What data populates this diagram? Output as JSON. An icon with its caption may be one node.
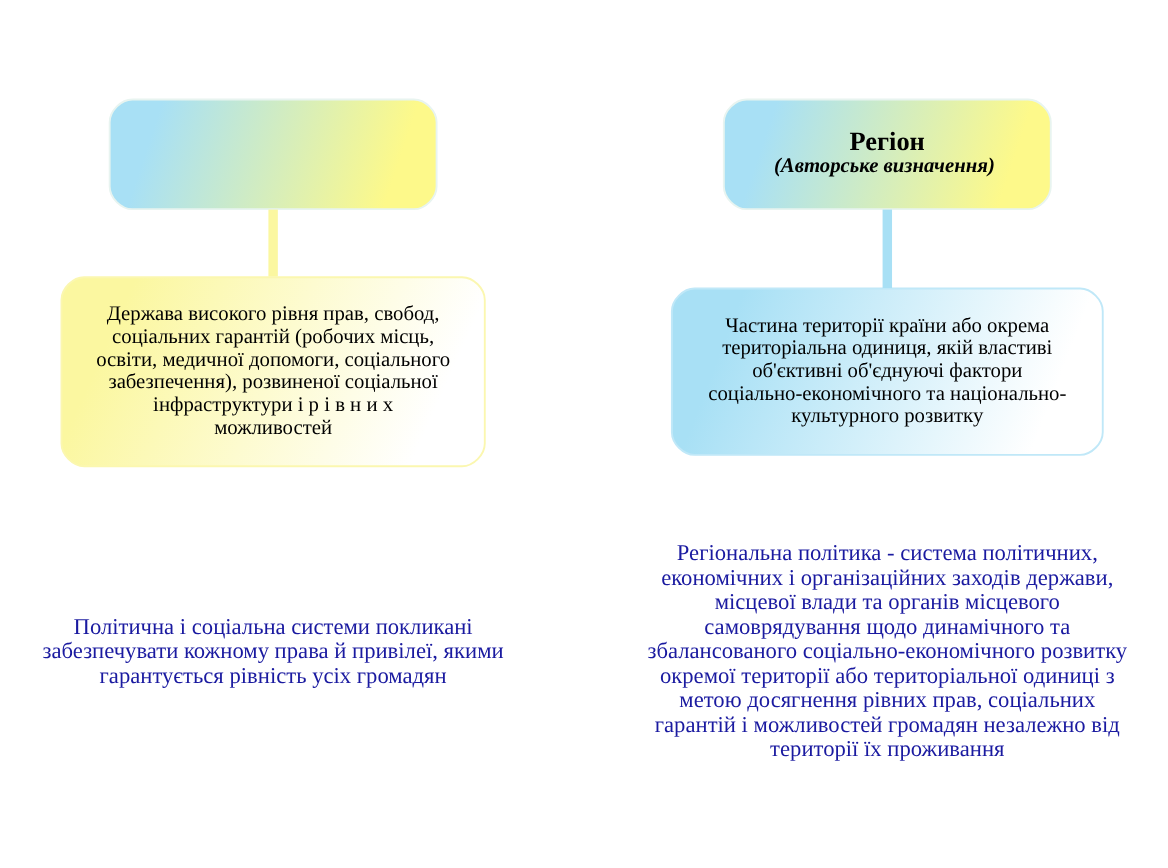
{
  "diagram": {
    "nodes": [
      {
        "text": [],
        "shape": "box"
      },
      {
        "text": [
          "Держава високого рівня прав, свобод, соціальних гарантій (робочих місць, освіти, медичної допомоги, соціального забезпечення), розвиненої соціальної інфраструктури і р і в н и х можливостей"
        ]
      },
      {
        "text": [
          "Регіон",
          "(Авторське визначення)"
        ]
      },
      {
        "text": [
          "Частина території країни або окрема територіальна одиниця, якій властиві об'єктивні об'єднуючі фактори соціально-економічного та національно-культурного розвитку"
        ]
      }
    ],
    "edges": [
      {
        "from": 1,
        "to": 0,
        "arrow": "none"
      },
      {
        "from": 3,
        "to": 2,
        "arrow": "none"
      }
    ],
    "labels": [
      "Політична і соціальна системи покликані забезпечувати кожному права й привілеї, якими гарантується рівність усіх громадян",
      "Регіональна політика - система політичних, економічних і організаційних заходів держави, місцевої влади та органів місцевого самоврядування щодо динамічного та збалансованого соціально-економічного розвитку окремої території або територіальної одиниці з метою досягнення рівних прав, соціальних гарантій і можливостей громадян незалежно від території їх проживання"
    ]
  }
}
